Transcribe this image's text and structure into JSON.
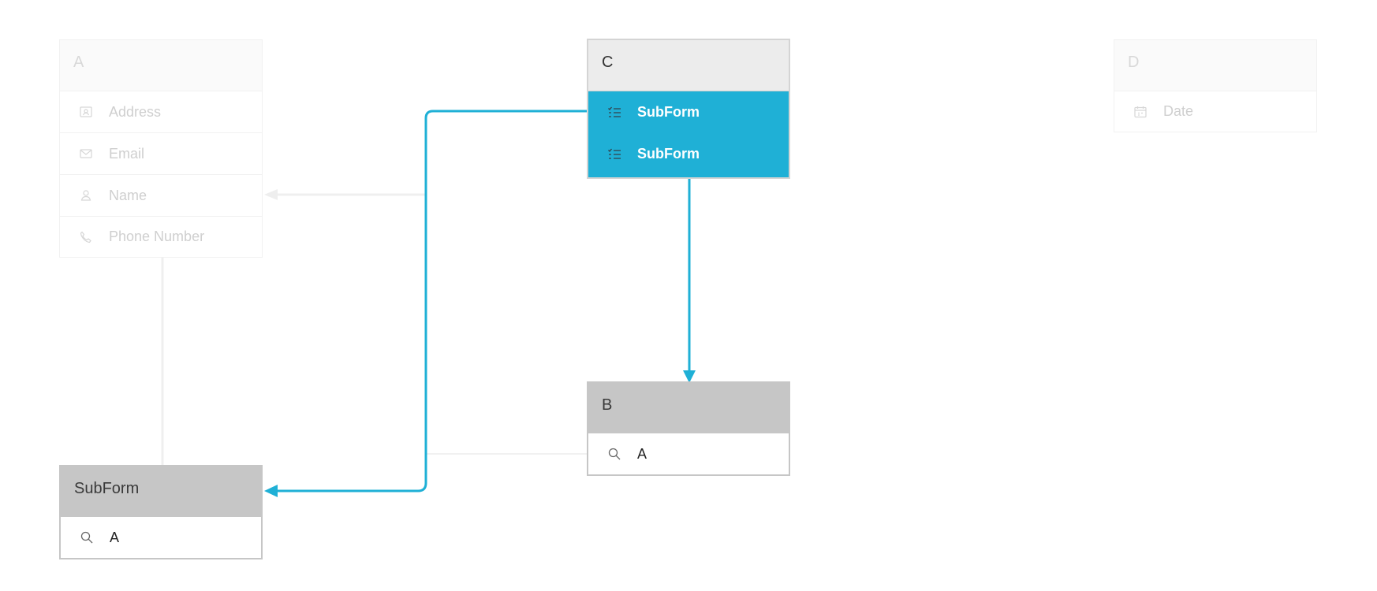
{
  "colors": {
    "accent": "#1fb0d6",
    "header_grey": "#c6c6c6",
    "faded_text": "#d2d2d2",
    "faded_connector": "#efefef"
  },
  "cards": {
    "a": {
      "title": "A",
      "fields": [
        {
          "label": "Address",
          "icon": "address-card-icon"
        },
        {
          "label": "Email",
          "icon": "envelope-icon"
        },
        {
          "label": "Name",
          "icon": "person-icon"
        },
        {
          "label": "Phone Number",
          "icon": "phone-icon"
        }
      ]
    },
    "c": {
      "title": "C",
      "fields": [
        {
          "label": "SubForm",
          "icon": "checklist-icon"
        },
        {
          "label": "SubForm",
          "icon": "checklist-icon"
        }
      ]
    },
    "d": {
      "title": "D",
      "fields": [
        {
          "label": "Date",
          "icon": "calendar-icon"
        }
      ]
    },
    "b": {
      "title": "B",
      "fields": [
        {
          "label": "A",
          "icon": "search-icon"
        }
      ]
    },
    "subform": {
      "title": "SubForm",
      "fields": [
        {
          "label": "A",
          "icon": "search-icon"
        }
      ]
    }
  }
}
